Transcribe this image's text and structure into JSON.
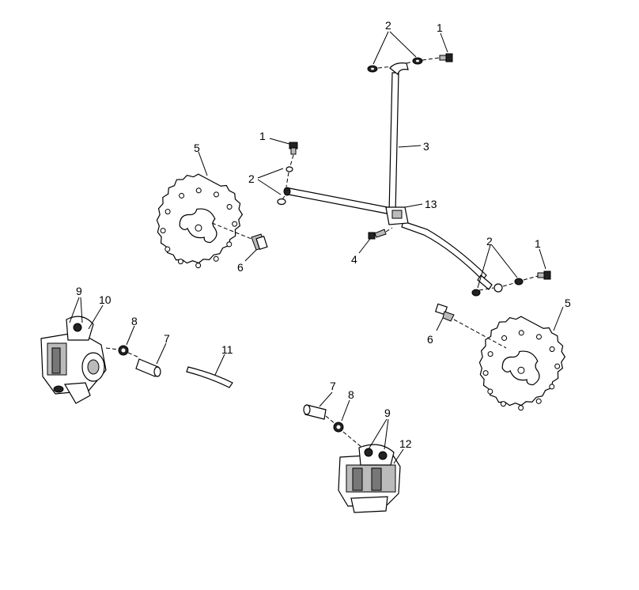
{
  "diagram": {
    "callouts": {
      "c1a": "1",
      "c1b": "1",
      "c1c": "1",
      "c2a": "2",
      "c2b": "2",
      "c2c": "2",
      "c3": "3",
      "c4": "4",
      "c5a": "5",
      "c5b": "5",
      "c6a": "6",
      "c6b": "6",
      "c7a": "7",
      "c7b": "7",
      "c8a": "8",
      "c8b": "8",
      "c9a": "9",
      "c9b": "9",
      "c10": "10",
      "c11": "11",
      "c12": "12",
      "c13": "13"
    }
  }
}
